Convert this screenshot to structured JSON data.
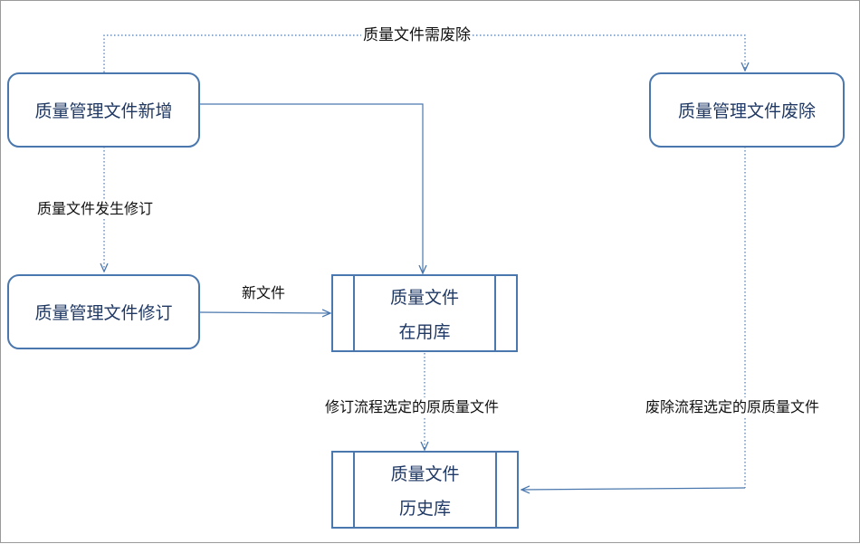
{
  "nodes": {
    "add": "质量管理文件新增",
    "revise": "质量管理文件修订",
    "abolish": "质量管理文件废除"
  },
  "stores": {
    "in_use": {
      "line1": "质量文件",
      "line2": "在用库"
    },
    "history": {
      "line1": "质量文件",
      "line2": "历史库"
    }
  },
  "edges": {
    "needs_abolish": "质量文件需废除",
    "revision_occurs": "质量文件发生修订",
    "new_file": "新文件",
    "revision_selected": "修订流程选定的原质量文件",
    "abolish_selected": "废除流程选定的原质量文件"
  },
  "colors": {
    "box_border": "#4a77ad",
    "box_text": "#1f3864",
    "arrow": "#4a77ad"
  }
}
